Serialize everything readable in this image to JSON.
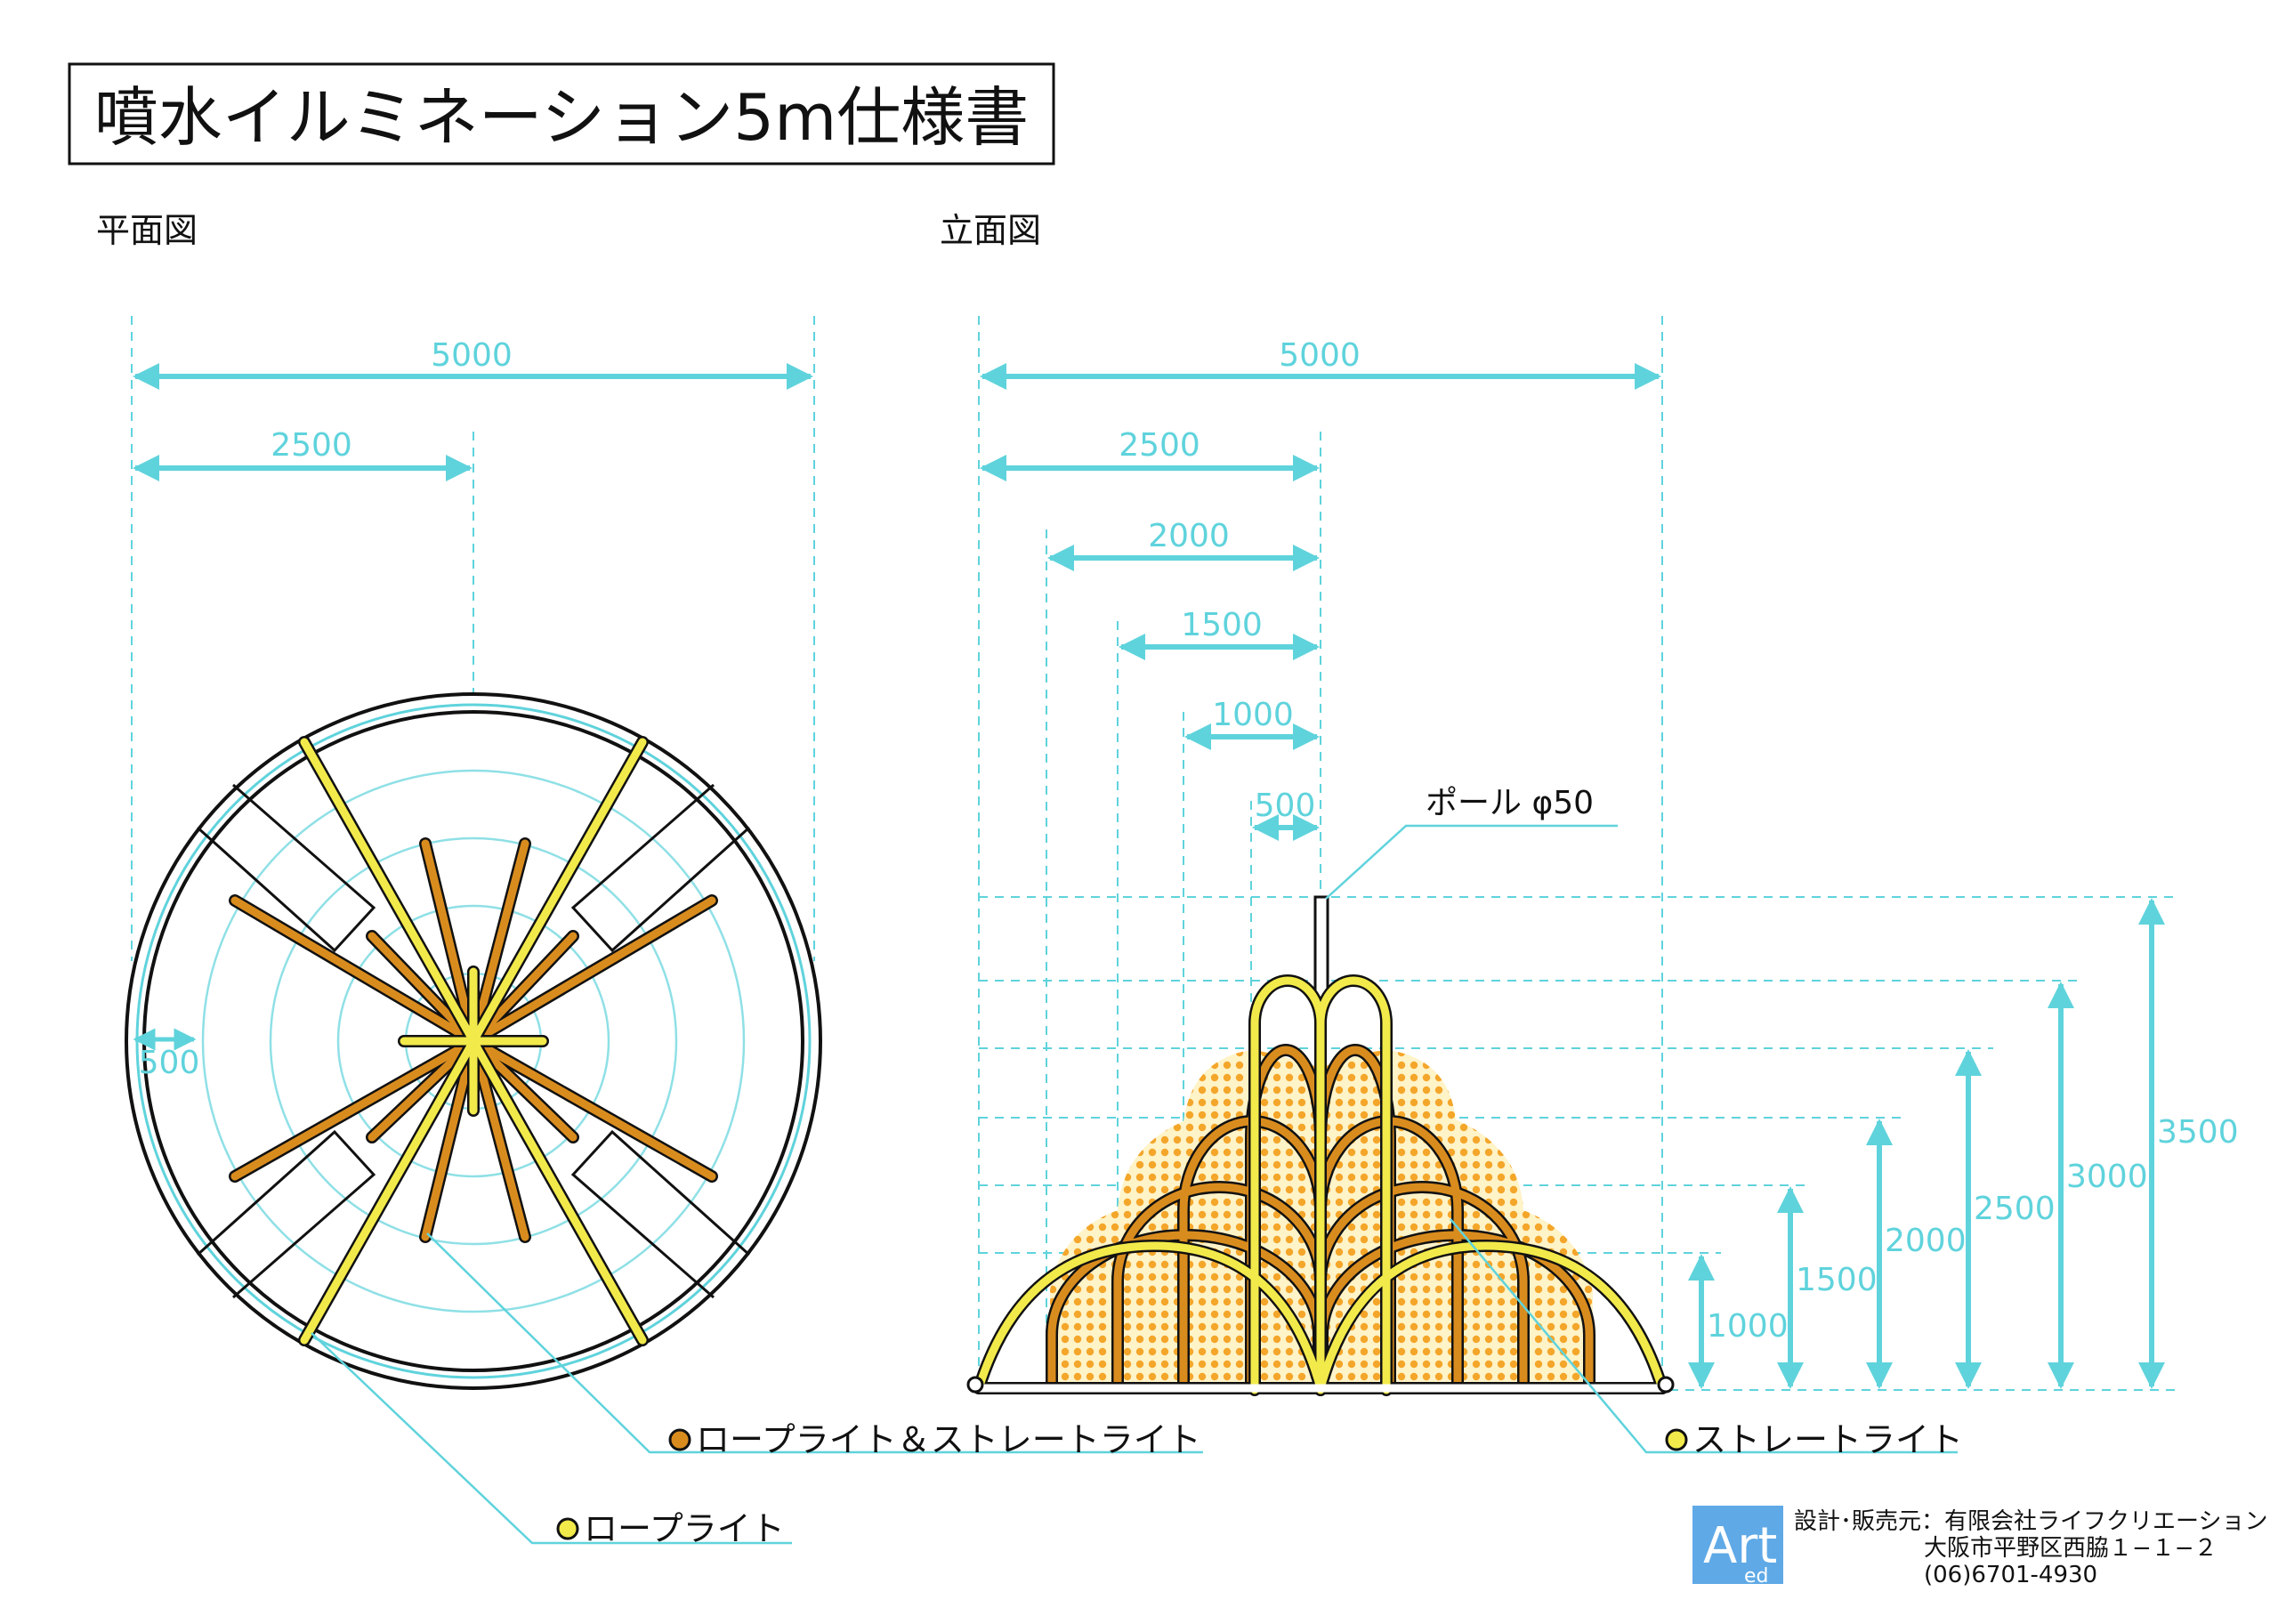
{
  "title": "噴水イルミネーション5m仕様書",
  "plan": {
    "label": "平面図",
    "dims": {
      "total": "5000",
      "half": "2500",
      "edge": "500"
    }
  },
  "elevation": {
    "label": "立面図",
    "dims": {
      "w5000": "5000",
      "w2500": "2500",
      "w2000": "2000",
      "w1500": "1500",
      "w1000": "1000",
      "w500": "500"
    },
    "heights": {
      "h1000": "1000",
      "h1500": "1500",
      "h2000": "2000",
      "h2500": "2500",
      "h3000": "3000",
      "h3500": "3500"
    },
    "pole_label": "ポール φ50"
  },
  "legend": {
    "rope_straight": "ロープライト＆ストレートライト",
    "rope": "ロープライト",
    "straight": "ストレートライト"
  },
  "company": {
    "logo_text": "Art",
    "logo_sub": "ed",
    "line1": "設計･販売元：有限会社ライフクリエーション",
    "line2": "大阪市平野区西脇１−１−２",
    "line3": "(06)6701-4930"
  },
  "colors": {
    "dimension": "#5fd3dc",
    "rope_orange": "#d98c1e",
    "straight_yellow": "#f2ea4a",
    "outline": "#111111",
    "fill_pale": "#fff3c8"
  }
}
